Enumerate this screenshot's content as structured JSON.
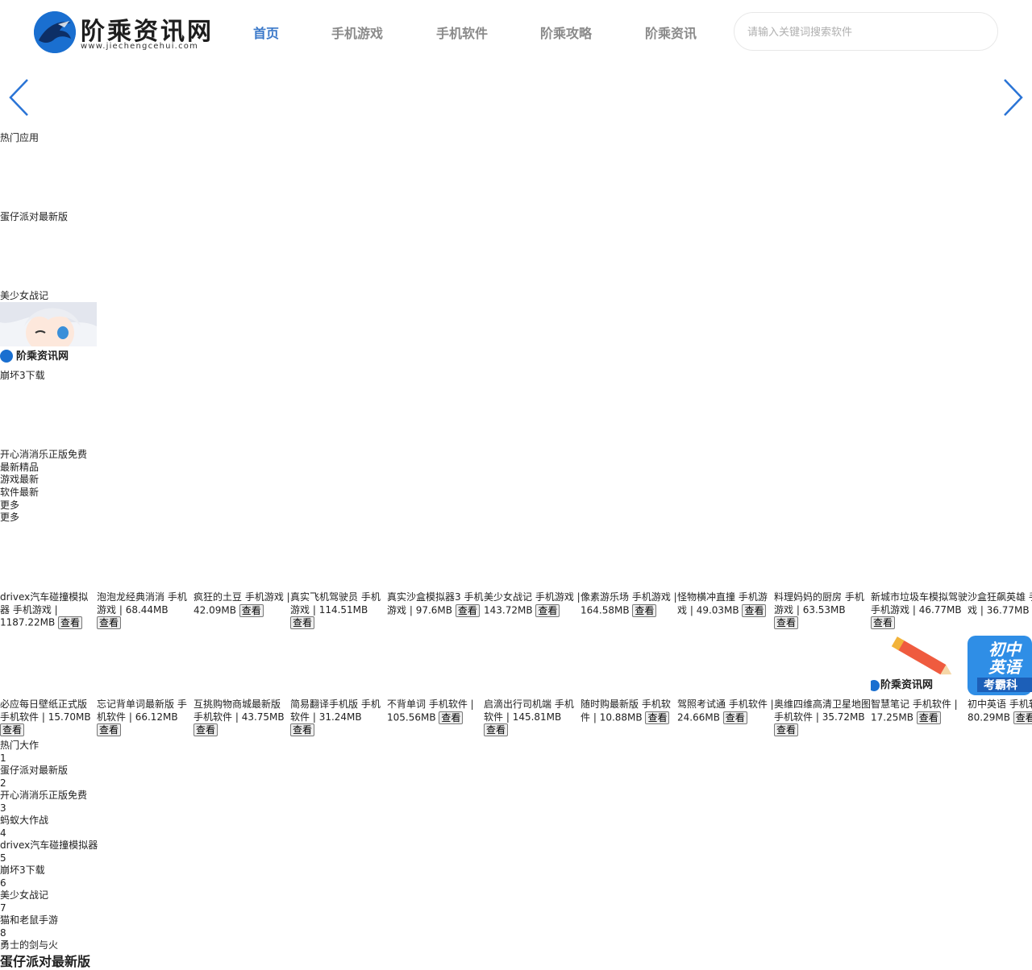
{
  "site": {
    "logo_text": "阶乘资讯网",
    "logo_url": "www.jiechengcehui.com"
  },
  "nav": {
    "items": [
      {
        "label": "首页",
        "active": true
      },
      {
        "label": "手机游戏"
      },
      {
        "label": "手机软件"
      },
      {
        "label": "阶乘攻略"
      },
      {
        "label": "阶乘资讯"
      }
    ]
  },
  "search": {
    "placeholder": "请输入关键词搜索软件"
  },
  "hot_apps": {
    "heading": "热门应用",
    "items": [
      "蛋仔派对最新版",
      "美少女战记",
      "崩坏3下载",
      "开心消消乐正版免费"
    ]
  },
  "tabs": {
    "items": [
      "最新精品",
      "游戏最新",
      "软件最新"
    ],
    "more": [
      "更多",
      "更多"
    ]
  },
  "games": [
    {
      "title": "drivex汽车碰撞模拟器",
      "category": "手机游戏",
      "size": "1187.22MB"
    },
    {
      "title": "泡泡龙经典消消",
      "category": "手机游戏",
      "size": "68.44MB"
    },
    {
      "title": "疯狂的土豆",
      "category": "手机游戏",
      "size": "42.09MB"
    },
    {
      "title": "真实飞机驾驶员",
      "category": "手机游戏",
      "size": "114.51MB"
    },
    {
      "title": "真实沙盒模拟器3",
      "category": "手机游戏",
      "size": "97.6MB"
    },
    {
      "title": "美少女战记",
      "category": "手机游戏",
      "size": "143.72MB"
    },
    {
      "title": "像素游乐场",
      "category": "手机游戏",
      "size": "164.58MB"
    },
    {
      "title": "怪物横冲直撞",
      "category": "手机游戏",
      "size": "49.03MB"
    },
    {
      "title": "料理妈妈的厨房",
      "category": "手机游戏",
      "size": "63.53MB"
    },
    {
      "title": "新城市垃圾车模拟驾驶",
      "category": "手机游戏",
      "size": "46.77MB"
    },
    {
      "title": "沙盒狂飙英雄",
      "category": "手机游戏",
      "size": "36.77MB"
    }
  ],
  "softwares": [
    {
      "title": "必应每日壁纸正式版",
      "category": "手机软件",
      "size": "15.70MB"
    },
    {
      "title": "忘记背单词最新版",
      "category": "手机软件",
      "size": "66.12MB"
    },
    {
      "title": "互挑购物商城最新版",
      "category": "手机软件",
      "size": "43.75MB"
    },
    {
      "title": "简易翻译手机版",
      "category": "手机软件",
      "size": "31.24MB"
    },
    {
      "title": "不背单词",
      "category": "手机软件",
      "size": "105.56MB"
    },
    {
      "title": "启滴出行司机端",
      "category": "手机软件",
      "size": "145.81MB"
    },
    {
      "title": "随时购最新版",
      "category": "手机软件",
      "size": "10.88MB"
    },
    {
      "title": "驾照考试通",
      "category": "手机软件",
      "size": "24.66MB"
    },
    {
      "title": "奥维四维高清卫星地图",
      "category": "手机软件",
      "size": "35.72MB"
    },
    {
      "title": "智慧笔记",
      "category": "手机软件",
      "size": "17.25MB"
    },
    {
      "title": "初中英语",
      "category": "手机软件",
      "size": "80.29MB"
    }
  ],
  "card": {
    "sep": " | ",
    "view_label": "查看"
  },
  "thumb_badge": {
    "english_line1": "初中",
    "english_line2": "英语",
    "english_line3": "考霸科"
  },
  "hot_games": {
    "heading": "热门大作",
    "items": [
      {
        "rank": "1",
        "name": "蛋仔派对最新版"
      },
      {
        "rank": "2",
        "name": "开心消消乐正版免费"
      },
      {
        "rank": "3",
        "name": "蚂蚁大作战"
      },
      {
        "rank": "4",
        "name": "drivex汽车碰撞模拟器"
      },
      {
        "rank": "5",
        "name": "崩坏3下载"
      },
      {
        "rank": "6",
        "name": "美少女战记"
      },
      {
        "rank": "7",
        "name": "猫和老鼠手游"
      },
      {
        "rank": "8",
        "name": "勇士的剑与火"
      }
    ]
  },
  "detail": {
    "title": "蛋仔派对最新版"
  },
  "colors": {
    "accent": "#3a78c9",
    "nav_text": "#8a8a8a",
    "logo_blue": "#1a6fd0"
  }
}
